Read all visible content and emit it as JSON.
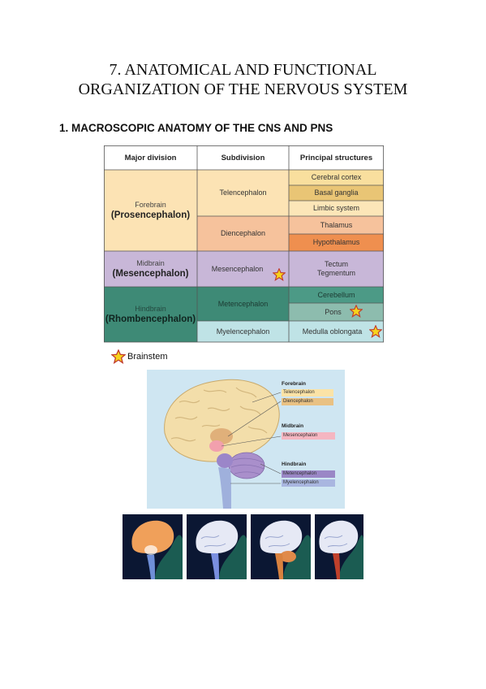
{
  "page": {
    "title_line1": "7. ANATOMICAL AND FUNCTIONAL",
    "title_line2": "ORGANIZATION OF THE NERVOUS SYSTEM",
    "section_heading": "1. MACROSCOPIC ANATOMY OF THE CNS AND PNS"
  },
  "table": {
    "headers": [
      "Major division",
      "Subdivision",
      "Principal structures"
    ],
    "divisions": [
      {
        "small": "Forebrain",
        "big": "(Prosencephalon)",
        "color": "#fce3b4"
      },
      {
        "small": "Midbrain",
        "big": "(Mesencephalon)",
        "color": "#c8b7d8"
      },
      {
        "small": "Hindbrain",
        "big": "(Rhombencephalon)",
        "color": "#3e8a76"
      }
    ],
    "subdivisions": [
      "Telencephalon",
      "Diencephalon",
      "Mesencephalon",
      "Metencephalon",
      "Myelencephalon"
    ],
    "structures": [
      "Cerebral cortex",
      "Basal ganglia",
      "Limbic system",
      "Thalamus",
      "Hypothalamus",
      "Tectum",
      "Tegmentum",
      "Cerebellum",
      "Pons",
      "Medulla oblongata"
    ],
    "colors": {
      "forebrain": "#fce3b4",
      "telencephalon": "#fce3b4",
      "diencephalon": "#f6c29c",
      "cortex": "#f9df9e",
      "basal": "#e9c575",
      "limbic": "#fce6b8",
      "thalamus": "#f6c29c",
      "hypothalamus": "#ef8f4f",
      "midbrain": "#c8b7d8",
      "hindbrain": "#3e8a76",
      "cerebellum": "#4c9a86",
      "pons": "#8dbcae",
      "myelencephalon": "#bfe3e6",
      "star": "#f6d31c"
    }
  },
  "legend": {
    "label": "Brainstem"
  },
  "brain_labels": {
    "forebrain": "Forebrain",
    "telencephalon": "Telencephalon",
    "diencephalon": "Diencephalon",
    "midbrain": "Midbrain",
    "mesencephalon": "Mesencephalon",
    "hindbrain": "Hindbrain",
    "metencephalon": "Metencephalon",
    "myelencephalon": "Myelencephalon"
  }
}
